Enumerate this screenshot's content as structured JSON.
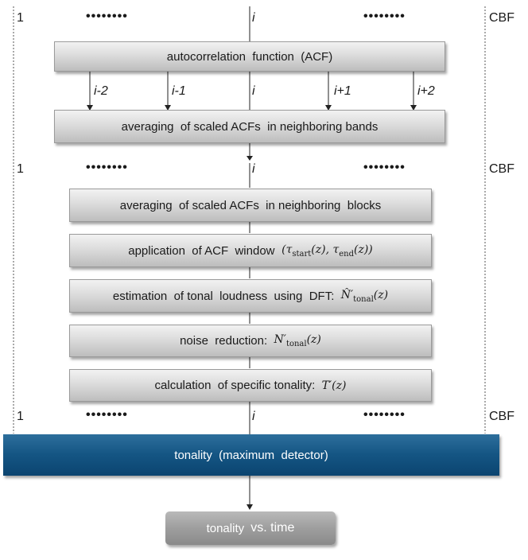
{
  "bands": {
    "first": "1",
    "dots": "••••••••",
    "center": "i",
    "last": "CBF"
  },
  "band_arrows": [
    "i-2",
    "i-1",
    "i",
    "i+1",
    "i+2"
  ],
  "boxes": {
    "acf": "autocorrelation  function  (ACF)",
    "avg_bands": "averaging  of scaled ACFs  in neighboring bands",
    "avg_blocks": "averaging  of scaled ACFs  in neighboring  blocks",
    "window_prefix": "application  of ACF  window ",
    "window_math_open": "(τ",
    "window_math_sub1": "start",
    "window_math_mid": "(z), τ",
    "window_math_sub2": "end",
    "window_math_close": "(z))",
    "tonal_prefix": "estimation  of tonal  loudness  using  DFT:  ",
    "tonal_math_n": "N̂′",
    "tonal_math_sub": "tonal",
    "tonal_math_arg": "(z)",
    "noise_prefix": "noise  reduction:  ",
    "noise_math_n": "N′",
    "noise_math_sub": "tonal",
    "noise_math_arg": "(z)",
    "specific_prefix": "calculation  of specific tonality:  ",
    "specific_math": "T′(z)",
    "max_detector": "tonality  (maximum  detector)",
    "result_a": "tonality ",
    "result_b": "vs. time"
  },
  "colors": {
    "dark_box": "#145583",
    "result_box": "#9e9e9e"
  }
}
